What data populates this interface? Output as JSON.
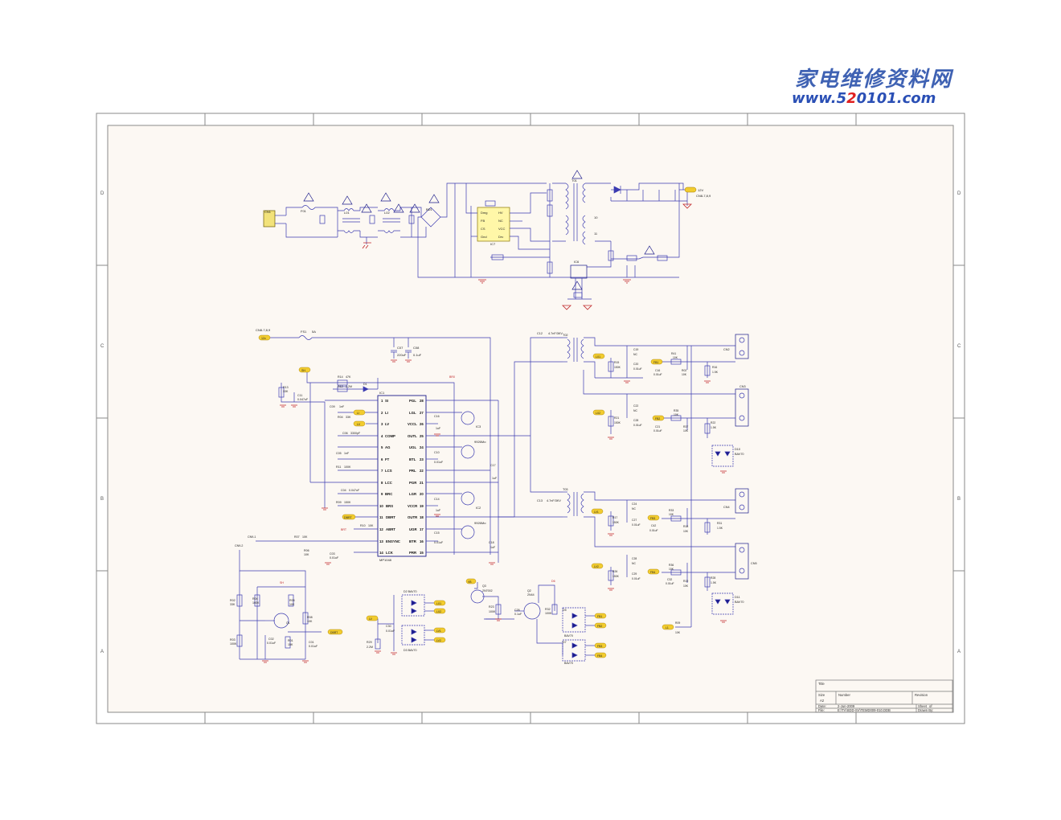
{
  "logo": {
    "cn_text": "家电维修资料网",
    "url_prefix": "www.5",
    "url_red": "2",
    "url_suffix": "0101.com"
  },
  "frame": {
    "zone_rows": [
      "D",
      "C",
      "B",
      "A"
    ],
    "colors": {
      "paper": "#fcf8f3",
      "border": "#8a8a8a",
      "wire": "#3b3bb0",
      "part": "#1b1b8a",
      "red": "#c0282b",
      "ground": "#c0282b",
      "tag": "#f2cc2f"
    }
  },
  "title_block": {
    "title_label": "Title",
    "size_label": "Size",
    "size_value": "A2",
    "number_label": "Number",
    "revision_label": "Revision",
    "date_label": "Date:",
    "date_value": "2-Jun-2009",
    "sheet_label": "Sheet",
    "sheet_of": "of",
    "file_label": "File:",
    "file_value": "E:\\TV\\SDD-SV\\TEMD009-010.DDB",
    "drawn_label": "Drawn By:"
  },
  "primary": {
    "connector": "CN1",
    "fuse": "F01",
    "choke1": "L01",
    "choke2": "L02",
    "bridge": "BD1",
    "ic": {
      "name": "IC7",
      "pins_left": [
        "Dmg",
        "FB",
        "CS",
        "Gnd"
      ],
      "pins_right": [
        "HV",
        "NC",
        "VCC",
        "Drv"
      ]
    },
    "transformer": "T01",
    "output_label": "12V",
    "output_conn": "CN8-7,8,9",
    "optocoupler": "IC6",
    "winding_labels": [
      "10",
      "11"
    ]
  },
  "driver": {
    "cn_in": "CN8-7,8,9",
    "fuse": "FS1",
    "fuse_value": "5A",
    "input_tag": "12v",
    "c_in1": "C07",
    "c_in1_val": "220uF",
    "c_in2": "C08",
    "c_in2_val": "0.1uF",
    "ic_name": "IC1",
    "ic_part": "MP1048",
    "pins_left": [
      {
        "n": "1",
        "name": "SI"
      },
      {
        "n": "2",
        "name": "LI"
      },
      {
        "n": "3",
        "name": "LV"
      },
      {
        "n": "4",
        "name": "COMP"
      },
      {
        "n": "5",
        "name": "AG"
      },
      {
        "n": "6",
        "name": "FT"
      },
      {
        "n": "7",
        "name": "LCS"
      },
      {
        "n": "8",
        "name": "LCC"
      },
      {
        "n": "9",
        "name": "BRC"
      },
      {
        "n": "10",
        "name": "BRS"
      },
      {
        "n": "11",
        "name": "DBRT"
      },
      {
        "n": "12",
        "name": "ABRT"
      },
      {
        "n": "13",
        "name": "ENSYNC"
      },
      {
        "n": "14",
        "name": "LCK"
      }
    ],
    "pins_right": [
      {
        "n": "28",
        "name": "PGL"
      },
      {
        "n": "27",
        "name": "LGL"
      },
      {
        "n": "26",
        "name": "VCCL"
      },
      {
        "n": "25",
        "name": "OUTL"
      },
      {
        "n": "24",
        "name": "UGL"
      },
      {
        "n": "23",
        "name": "BTL"
      },
      {
        "n": "22",
        "name": "PRL"
      },
      {
        "n": "21",
        "name": "PGR"
      },
      {
        "n": "20",
        "name": "LGR"
      },
      {
        "n": "19",
        "name": "VCCR"
      },
      {
        "n": "18",
        "name": "OUTR"
      },
      {
        "n": "17",
        "name": "UGR"
      },
      {
        "n": "16",
        "name": "BTR"
      },
      {
        "n": "15",
        "name": "PRR"
      }
    ],
    "ics": [
      "IC3",
      "IC2"
    ],
    "mos_part": "9926Mo",
    "tags": {
      "sh": "SH",
      "lv": "LV",
      "li": "LI",
      "dbrt": "DBRT",
      "brt": "BRT",
      "br0": "BR0"
    },
    "parts": [
      {
        "ref": "R14",
        "val": "47K"
      },
      {
        "ref": "R12",
        "val": "2.2M"
      },
      {
        "ref": "D1",
        "val": ""
      },
      {
        "ref": "R13",
        "val": "33K"
      },
      {
        "ref": "C11",
        "val": "0.047uF"
      },
      {
        "ref": "C09",
        "val": "1nF"
      },
      {
        "ref": "R04",
        "val": "33K"
      },
      {
        "ref": "C06",
        "val": "3300pF"
      },
      {
        "ref": "C05",
        "val": "1nF"
      },
      {
        "ref": "R11",
        "val": "100K"
      },
      {
        "ref": "C04",
        "val": "0.047uF"
      },
      {
        "ref": "R09",
        "val": "150K"
      },
      {
        "ref": "R10",
        "val": "10K"
      },
      {
        "ref": "R07",
        "val": "10K"
      },
      {
        "ref": "R06",
        "val": "10K"
      },
      {
        "ref": "C03",
        "val": "0.01uF"
      },
      {
        "ref": "C16",
        "val": "1uF"
      },
      {
        "ref": "C10",
        "val": "0.01uF"
      },
      {
        "ref": "C17",
        "val": "1uF"
      },
      {
        "ref": "C14",
        "val": "1uF"
      },
      {
        "ref": "C15",
        "val": "0.01uF"
      },
      {
        "ref": "C18",
        "val": "1uF"
      }
    ]
  },
  "outputs": {
    "xfmr_top": "T02",
    "xfmr_bot": "T03",
    "c12": "C12",
    "c12_val": "4.7nF/3KV",
    "c13": "C13",
    "c13_val": "4.7nF/3KV",
    "connectors": [
      "CN2",
      "CN3",
      "CN4",
      "CN5"
    ],
    "diodes": [
      "D10",
      "D11"
    ],
    "diode_part": "BAV70",
    "tags": [
      "LX1",
      "LX2",
      "LV1",
      "LV2",
      "FB1",
      "FB2",
      "FB3",
      "FB4",
      "L1"
    ],
    "parts": [
      {
        "ref": "C19",
        "val": "NC"
      },
      {
        "ref": "R15",
        "val": "150K"
      },
      {
        "ref": "C20",
        "val": "0.01uF"
      },
      {
        "ref": "R41",
        "val": "10K"
      },
      {
        "ref": "C16",
        "val": "0.01uF"
      },
      {
        "ref": "R02",
        "val": "10K"
      },
      {
        "ref": "R16",
        "val": "1.5K"
      },
      {
        "ref": "C22",
        "val": "NC"
      },
      {
        "ref": "R21",
        "val": "150K"
      },
      {
        "ref": "C28",
        "val": "0.01uF"
      },
      {
        "ref": "R35",
        "val": "10K"
      },
      {
        "ref": "C21",
        "val": "0.01uF"
      },
      {
        "ref": "R37",
        "val": "10K"
      },
      {
        "ref": "R22",
        "val": "1.5K"
      },
      {
        "ref": "C24",
        "val": "NC"
      },
      {
        "ref": "R17",
        "val": "150K"
      },
      {
        "ref": "C27",
        "val": "0.01uF"
      },
      {
        "ref": "R33",
        "val": "10K"
      },
      {
        "ref": "C42",
        "val": "0.01uF"
      },
      {
        "ref": "R18",
        "val": "10K"
      },
      {
        "ref": "R31",
        "val": "1.5K"
      },
      {
        "ref": "C28",
        "val": "NC"
      },
      {
        "ref": "R26",
        "val": "150K"
      },
      {
        "ref": "C29",
        "val": "0.01uF"
      },
      {
        "ref": "R36",
        "val": "10K"
      },
      {
        "ref": "C32",
        "val": "0.01uF"
      },
      {
        "ref": "R19",
        "val": "10K"
      },
      {
        "ref": "R28",
        "val": "1.5K"
      },
      {
        "ref": "R09",
        "val": "10K"
      }
    ]
  },
  "lower": {
    "cn_label": "CN9-2",
    "cn_label2": "CN9-1",
    "parts": [
      {
        "ref": "R02",
        "val": "33K"
      },
      {
        "ref": "R04",
        "val": "100K"
      },
      {
        "ref": "R05",
        "val": "10K"
      },
      {
        "ref": "Q1",
        "val": ""
      },
      {
        "ref": "R08",
        "val": "10K"
      },
      {
        "ref": "R03",
        "val": "100K"
      },
      {
        "ref": "C02",
        "val": "0.01uF"
      },
      {
        "ref": "R01",
        "val": "15K"
      },
      {
        "ref": "C01",
        "val": "0.01uF"
      }
    ],
    "dbrt_tag": "DBRT",
    "diodes": [
      "D2 BAV70",
      "D3 BAV70"
    ],
    "lv_tags": [
      "LX1",
      "LX2",
      "LV1",
      "LV2"
    ],
    "lv": "LV",
    "c30": "C30",
    "c30_val": "0.01uF",
    "r29": "R29",
    "r29_val": "2.2M",
    "q3": "Q3",
    "q3_part": "2N7002",
    "q2": "Q2",
    "q2_part": "2N44",
    "r23": "R23",
    "r23_val": "100K",
    "c26": "C26",
    "c26_val": "0.1uF",
    "r32": "R32",
    "r32_val": "100K",
    "fb_tags": [
      "FB1",
      "FB2",
      "FB3",
      "FB4"
    ],
    "d5": "D5",
    "d7": "D7",
    "d6": "D6",
    "dpart": "BAV70",
    "vb": "VB",
    "sh": "SH"
  }
}
